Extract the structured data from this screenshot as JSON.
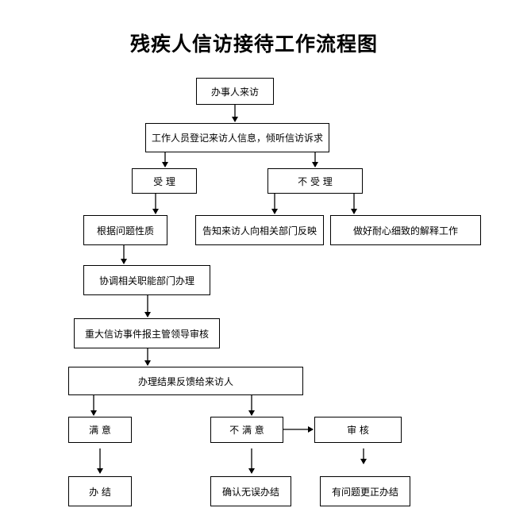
{
  "title": "残疾人信访接待工作流程图",
  "nodes": {
    "visitor_arrives": "办事人来访",
    "register_info": "工作人员登记来访人信息，倾听信访诉求",
    "accept": "受  理",
    "not_accept": "不 受 理",
    "by_nature": "根据问题性质",
    "inform_dept": "告知来访人向相关部门反映",
    "explain_work": "做好耐心细致的解释工作",
    "coordinate": "协调相关职能部门办理",
    "major_report": "重大信访事件报主管领导审核",
    "feedback": "办理结果反馈给来访人",
    "satisfied": "满  意",
    "unsatisfied": "不 满 意",
    "review": "审  核",
    "close": "办  结",
    "confirm_close": "确认无误办结",
    "correct_close": "有问题更正办结"
  }
}
